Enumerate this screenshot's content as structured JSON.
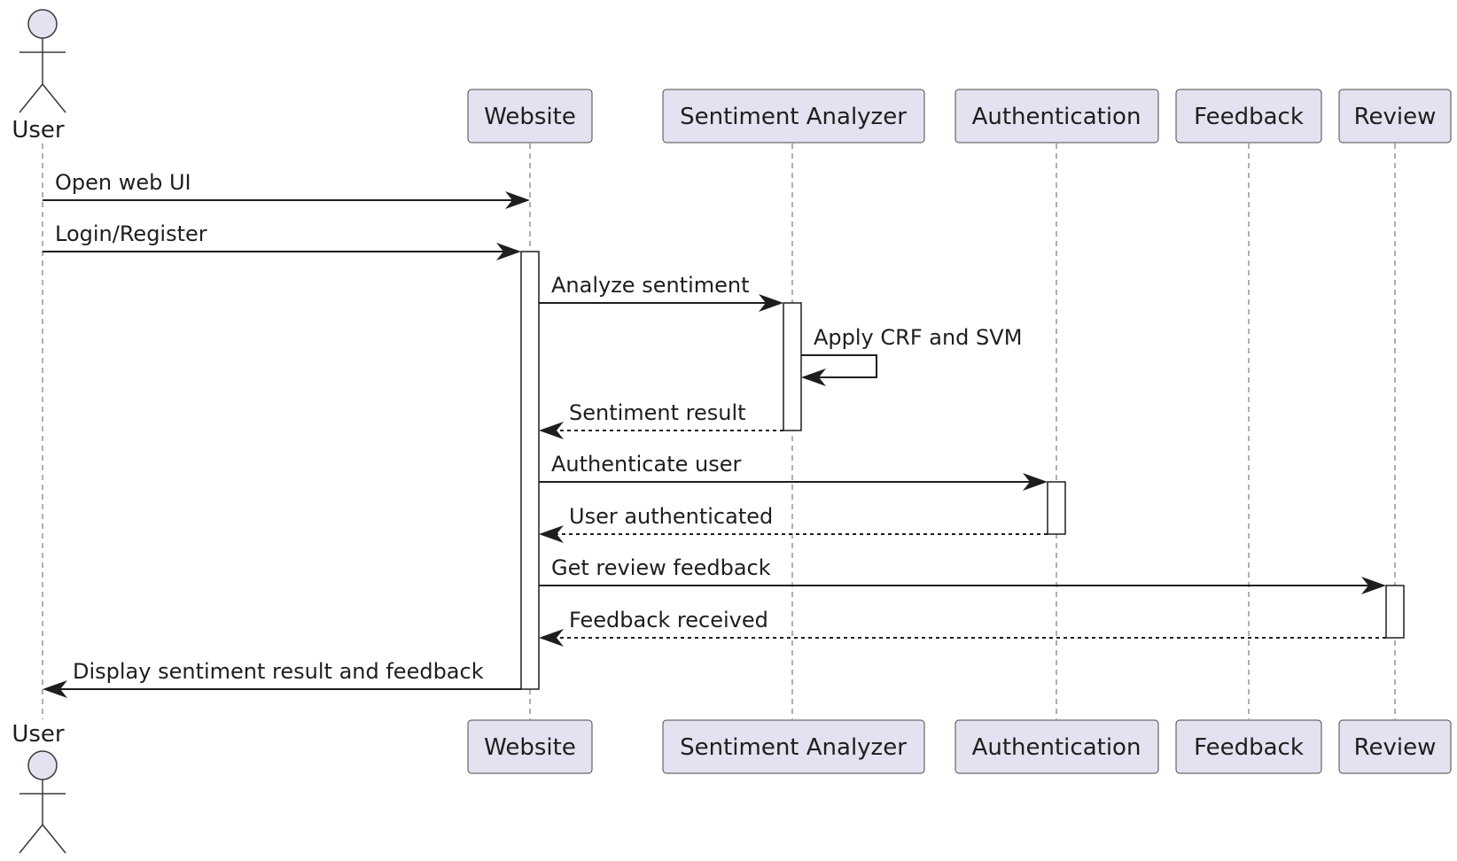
{
  "participants": [
    {
      "id": "user",
      "label": "User",
      "kind": "actor"
    },
    {
      "id": "website",
      "label": "Website",
      "kind": "participant"
    },
    {
      "id": "sentiment",
      "label": "Sentiment Analyzer",
      "kind": "participant"
    },
    {
      "id": "auth",
      "label": "Authentication",
      "kind": "participant"
    },
    {
      "id": "feedback",
      "label": "Feedback",
      "kind": "participant"
    },
    {
      "id": "review",
      "label": "Review",
      "kind": "participant"
    }
  ],
  "messages": [
    {
      "from": "user",
      "to": "website",
      "label": "Open web UI",
      "style": "solid"
    },
    {
      "from": "user",
      "to": "website",
      "label": "Login/Register",
      "style": "solid"
    },
    {
      "from": "website",
      "to": "sentiment",
      "label": "Analyze sentiment",
      "style": "solid"
    },
    {
      "from": "sentiment",
      "to": "sentiment",
      "label": "Apply CRF and SVM",
      "style": "solid"
    },
    {
      "from": "sentiment",
      "to": "website",
      "label": "Sentiment result",
      "style": "dashed"
    },
    {
      "from": "website",
      "to": "auth",
      "label": "Authenticate user",
      "style": "solid"
    },
    {
      "from": "auth",
      "to": "website",
      "label": "User authenticated",
      "style": "dashed"
    },
    {
      "from": "website",
      "to": "review",
      "label": "Get review feedback",
      "style": "solid"
    },
    {
      "from": "review",
      "to": "website",
      "label": "Feedback received",
      "style": "dashed"
    },
    {
      "from": "website",
      "to": "user",
      "label": "Display sentiment result and feedback",
      "style": "solid"
    }
  ],
  "colors": {
    "participant_fill": "#e2e2f0",
    "line": "#1e1e1e",
    "lifeline": "#7a7a7a"
  }
}
